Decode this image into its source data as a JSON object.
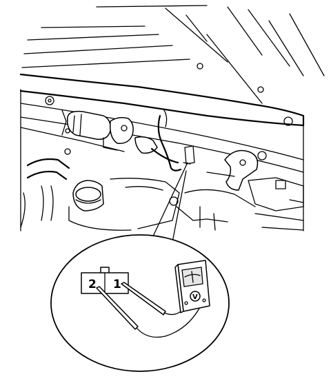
{
  "connector": {
    "pin_left": "2",
    "pin_right": "1"
  },
  "meter": {
    "symbol": "V",
    "kind": "voltmeter"
  },
  "icons": [
    "connector-icon",
    "voltmeter-icon",
    "test-probe-icon"
  ],
  "colors": {
    "line": "#000000",
    "background": "#ffffff"
  }
}
